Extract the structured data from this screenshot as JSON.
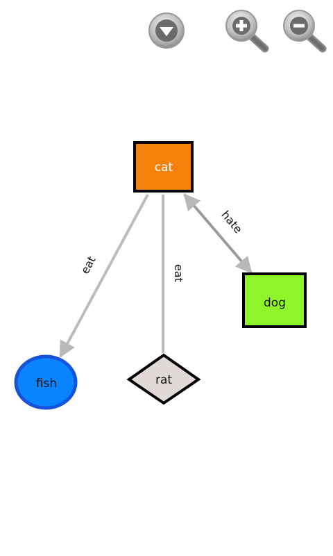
{
  "toolbar": {
    "menu_icon": "chevron-down-circle-icon",
    "zoom_in_icon": "zoom-in-icon",
    "zoom_out_icon": "zoom-out-icon"
  },
  "graph": {
    "nodes": [
      {
        "id": "cat",
        "label": "cat",
        "shape": "square",
        "fill": "#f5820d",
        "text_color": "#ffffff"
      },
      {
        "id": "dog",
        "label": "dog",
        "shape": "square",
        "fill": "#8ef52b",
        "text_color": "#111111"
      },
      {
        "id": "fish",
        "label": "fish",
        "shape": "ellipse",
        "fill": "#0a84ff",
        "text_color": "#111111"
      },
      {
        "id": "rat",
        "label": "rat",
        "shape": "diamond",
        "fill": "#e0d9d7",
        "text_color": "#111111"
      }
    ],
    "edges": [
      {
        "from": "cat",
        "to": "fish",
        "label": "eat"
      },
      {
        "from": "cat",
        "to": "rat",
        "label": "eat"
      },
      {
        "from": "dog",
        "to": "cat",
        "label": "hate"
      }
    ]
  }
}
